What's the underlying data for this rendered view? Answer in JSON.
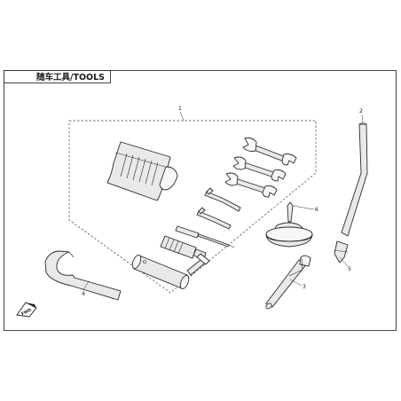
{
  "title": "随车工具/TOOLS",
  "callouts": {
    "c1": "1",
    "c2": "2",
    "c3": "3",
    "c4": "4",
    "c5": "5",
    "c6": "6"
  },
  "fwd_label": "FWD",
  "colors": {
    "line": "#2b2b2b",
    "part_fill": "#e9e9e9",
    "part_highlight": "#f7f7f7",
    "background": "#ffffff"
  }
}
